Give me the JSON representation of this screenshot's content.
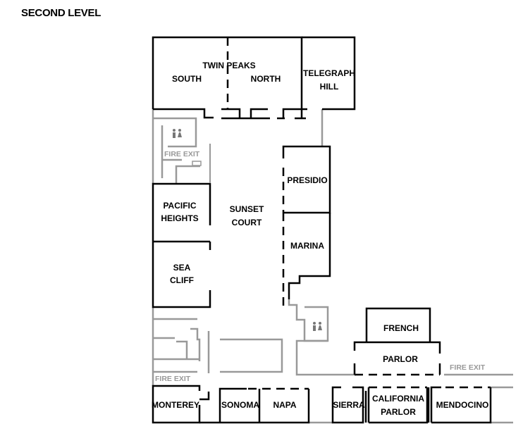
{
  "title": "SECOND LEVEL",
  "rooms": {
    "twin_peaks": "TWIN PEAKS",
    "south": "SOUTH",
    "north": "NORTH",
    "telegraph_1": "TELEGRAPH",
    "telegraph_2": "HILL",
    "presidio": "PRESIDIO",
    "marina": "MARINA",
    "pacific_1": "PACIFIC",
    "pacific_2": "HEIGHTS",
    "sea_1": "SEA",
    "sea_2": "CLIFF",
    "sunset_1": "SUNSET",
    "sunset_2": "COURT",
    "french": "FRENCH",
    "parlor": "PARLOR",
    "monterey": "MONTEREY",
    "sonoma": "SONOMA",
    "napa": "NAPA",
    "sierra": "SIERRA",
    "california_1": "CALIFORNIA",
    "california_2": "PARLOR",
    "mendocino": "MENDOCINO"
  },
  "labels": {
    "fire_exit_top": "FIRE EXIT",
    "fire_exit_left": "FIRE EXIT",
    "fire_exit_right": "FIRE EXIT"
  },
  "icons": [
    "restroom-icon",
    "restroom-icon"
  ]
}
